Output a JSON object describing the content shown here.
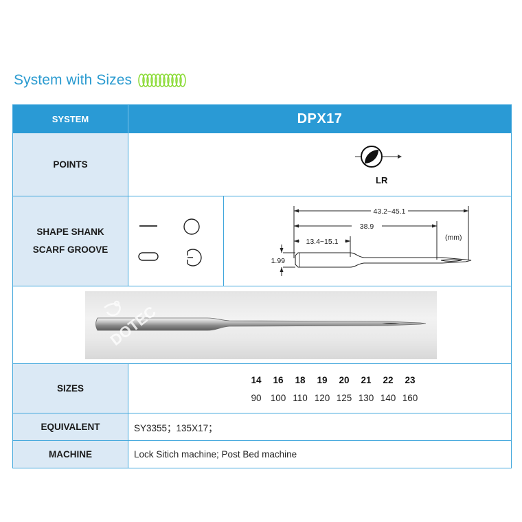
{
  "heading": {
    "title": "System with Sizes"
  },
  "colors": {
    "accent": "#2a9ad5",
    "label_bg": "#dbe9f5",
    "coil": "#8edc3c"
  },
  "table": {
    "system_label": "SYSTEM",
    "system_value": "DPX17",
    "points_label": "POINTS",
    "point_code": "LR",
    "point_icon": "lr-point-icon",
    "shape_label_line1": "SHAPE SHANK",
    "shape_label_line2": "SCARF GROOVE",
    "shank_icons": [
      "flat-line-icon",
      "circle-icon",
      "rounded-rect-icon",
      "groove-icon"
    ],
    "dimensions": {
      "total": "43.2~45.1",
      "to_eye": "38.9",
      "shank": "13.4~15.1",
      "diameter": "1.99",
      "unit": "(mm)"
    },
    "sizes_label": "SIZES",
    "sizes": [
      {
        "nm": "14",
        "metric": "90"
      },
      {
        "nm": "16",
        "metric": "100"
      },
      {
        "nm": "18",
        "metric": "110"
      },
      {
        "nm": "19",
        "metric": "120"
      },
      {
        "nm": "20",
        "metric": "125"
      },
      {
        "nm": "21",
        "metric": "130"
      },
      {
        "nm": "22",
        "metric": "140"
      },
      {
        "nm": "23",
        "metric": "160"
      }
    ],
    "equivalent_label": "EQUIVALENT",
    "equivalent_value": "SY3355；135X17；",
    "machine_label": "MACHINE",
    "machine_value": "Lock Sitich machine; Post Bed machine"
  },
  "photo": {
    "watermark": "DOTEC"
  }
}
